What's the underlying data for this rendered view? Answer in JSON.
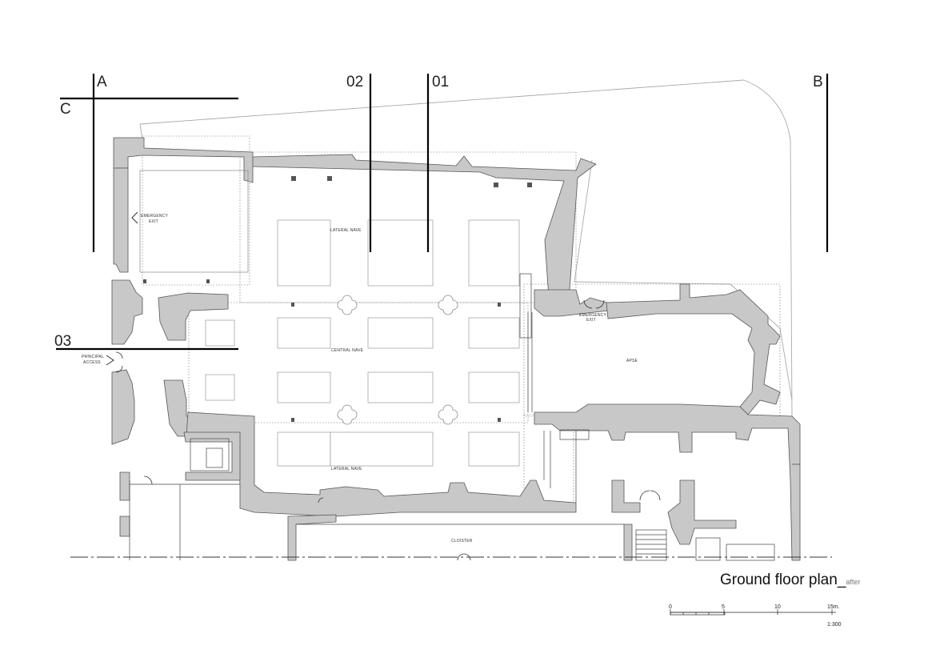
{
  "section_markers": [
    "A",
    "B",
    "C",
    "01",
    "02",
    "03"
  ],
  "rooms": {
    "lateral_nave_north": "LATERAL NAVE",
    "central_nave": "CENTRAL NAVE",
    "lateral_nave_south": "LATERAL NAVE",
    "apse": "APSE",
    "cloister": "CLOISTER"
  },
  "annotations": {
    "emergency_exit_west": [
      "EMERGENCY",
      "EXIT"
    ],
    "emergency_exit_east": [
      "EMERGENCY",
      "EXIT"
    ],
    "principal_access": [
      "PRINCIPAL",
      "ACCESS"
    ]
  },
  "title": {
    "main": "Ground floor plan_",
    "sub": "after"
  },
  "scale_bar": {
    "ticks": [
      "0",
      "5",
      "10",
      "15m."
    ],
    "ratio": "1:300"
  },
  "colors": {
    "wall_fill": "#c8c8c8",
    "line": "#444444",
    "site_outline": "#aaaaaa"
  }
}
